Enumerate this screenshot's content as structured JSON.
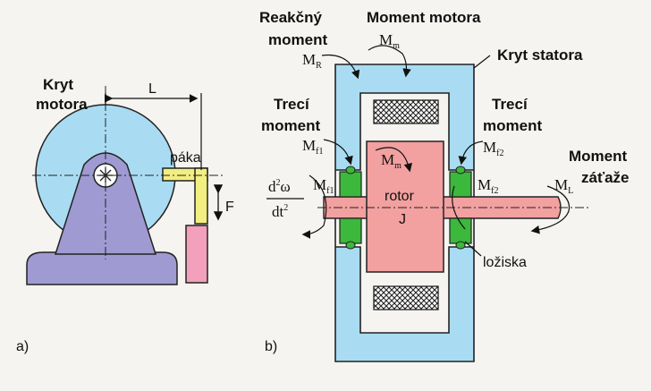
{
  "panel_a": {
    "caption": "a)",
    "housing_label_line1": "Kryt",
    "housing_label_line2": "motora",
    "lever_arm_label": "L",
    "lever_label": "páka",
    "force_label": "F",
    "colors": {
      "housing": "#a9dcf2",
      "stand": "#9f9ad2",
      "lever": "#f2ee80",
      "weight": "#f2a0bc"
    }
  },
  "panel_b": {
    "caption": "b)",
    "reaction_moment_line1": "Reakčný",
    "reaction_moment_line2": "moment",
    "reaction_symbol": "M",
    "reaction_symbol_sub": "R",
    "motor_moment_label": "Moment motora",
    "motor_symbol": "M",
    "motor_symbol_sub": "m",
    "stator_label": "Kryt statora",
    "friction_left_line1": "Trecí",
    "friction_left_line2": "moment",
    "friction_left_symbol": "M",
    "friction_left_sub": "f1",
    "friction_right_line1": "Trecí",
    "friction_right_line2": "moment",
    "friction_right_symbol": "M",
    "friction_right_sub": "f2",
    "load_moment_line1": "Moment",
    "load_moment_line2": "záťaže",
    "load_symbol": "M",
    "load_symbol_sub": "L",
    "rotor_symbol": "M",
    "rotor_symbol_sub": "m",
    "rotor_label": "rotor",
    "inertia_label": "J",
    "bearing_left_symbol": "M",
    "bearing_left_sub": "f1",
    "bearing_right_symbol": "M",
    "bearing_right_sub": "f2",
    "bearings_label": "ložiska",
    "accel_num_base": "d",
    "accel_num_exp": "2",
    "accel_num_var": "ω",
    "accel_den_base": "dt",
    "accel_den_exp": "2",
    "colors": {
      "stator": "#a9dcf2",
      "rotor": "#f2a0a0",
      "bearing": "#3cb83c"
    }
  }
}
